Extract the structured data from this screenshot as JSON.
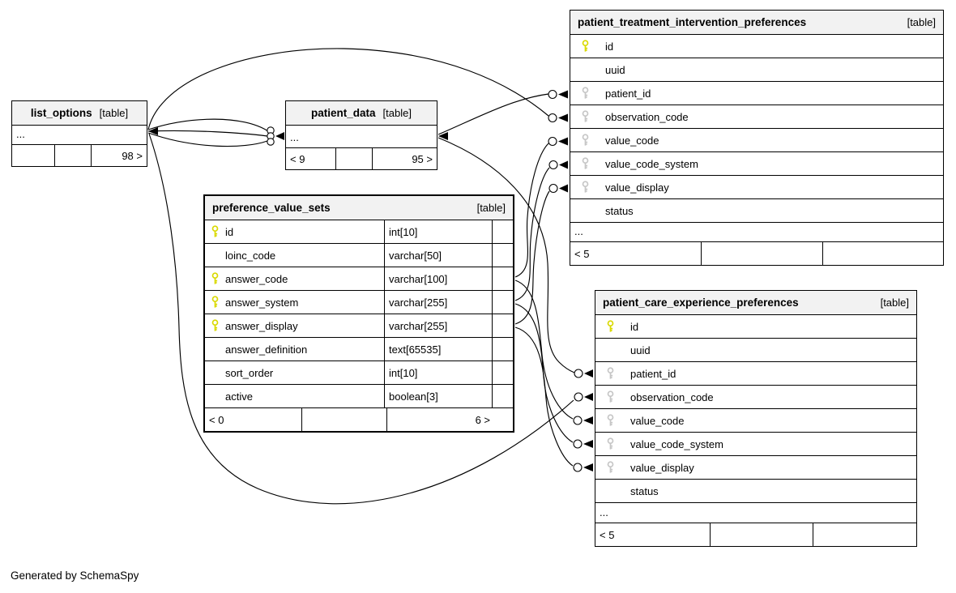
{
  "diagram": {
    "footer_note": "Generated by SchemaSpy"
  },
  "colors": {
    "primary_key": "#d9d900",
    "foreign_key": "#c6c6c6",
    "header_bg": "#f2f2f2",
    "line": "#000000"
  },
  "tables": [
    {
      "name": "list_options",
      "tag": "[table]",
      "rows": [],
      "dots": "...",
      "footer": [
        "",
        "",
        "98 >"
      ]
    },
    {
      "name": "patient_data",
      "tag": "[table]",
      "rows": [],
      "dots": "...",
      "footer": [
        "< 9",
        "",
        "95 >"
      ]
    },
    {
      "name": "patient_treatment_intervention_preferences",
      "tag": "[table]",
      "rows": [
        {
          "key": "pk",
          "name": "id"
        },
        {
          "key": "none",
          "name": "uuid"
        },
        {
          "key": "fk",
          "name": "patient_id"
        },
        {
          "key": "fk",
          "name": "observation_code"
        },
        {
          "key": "fk",
          "name": "value_code"
        },
        {
          "key": "fk",
          "name": "value_code_system"
        },
        {
          "key": "fk",
          "name": "value_display"
        },
        {
          "key": "none",
          "name": "status"
        }
      ],
      "dots": "...",
      "footer": [
        "< 5",
        "",
        ""
      ]
    },
    {
      "name": "preference_value_sets",
      "tag": "[table]",
      "rows": [
        {
          "key": "pk",
          "name": "id",
          "type": "int[10]"
        },
        {
          "key": "none",
          "name": "loinc_code",
          "type": "varchar[50]"
        },
        {
          "key": "pk",
          "name": "answer_code",
          "type": "varchar[100]"
        },
        {
          "key": "pk",
          "name": "answer_system",
          "type": "varchar[255]"
        },
        {
          "key": "pk",
          "name": "answer_display",
          "type": "varchar[255]"
        },
        {
          "key": "none",
          "name": "answer_definition",
          "type": "text[65535]"
        },
        {
          "key": "none",
          "name": "sort_order",
          "type": "int[10]"
        },
        {
          "key": "none",
          "name": "active",
          "type": "boolean[3]"
        }
      ],
      "dots": "",
      "footer": [
        "< 0",
        "",
        "6 >"
      ]
    },
    {
      "name": "patient_care_experience_preferences",
      "tag": "[table]",
      "rows": [
        {
          "key": "pk",
          "name": "id"
        },
        {
          "key": "none",
          "name": "uuid"
        },
        {
          "key": "fk",
          "name": "patient_id"
        },
        {
          "key": "fk",
          "name": "observation_code"
        },
        {
          "key": "fk",
          "name": "value_code"
        },
        {
          "key": "fk",
          "name": "value_code_system"
        },
        {
          "key": "fk",
          "name": "value_display"
        },
        {
          "key": "none",
          "name": "status"
        }
      ],
      "dots": "...",
      "footer": [
        "< 5",
        "",
        ""
      ]
    }
  ],
  "relationships": [
    {
      "from": "list_options",
      "to": "patient_data",
      "lines": 3
    },
    {
      "from": "list_options",
      "to": "patient_treatment_intervention_preferences.observation_code",
      "lines": 1
    },
    {
      "from": "list_options",
      "to": "patient_care_experience_preferences.observation_code",
      "lines": 1
    },
    {
      "from": "patient_data",
      "to": "patient_treatment_intervention_preferences.patient_id",
      "lines": 1
    },
    {
      "from": "patient_data",
      "to": "patient_care_experience_preferences.patient_id",
      "lines": 1
    },
    {
      "from": "preference_value_sets.answer_code",
      "to": "patient_treatment_intervention_preferences.value_code",
      "lines": 1
    },
    {
      "from": "preference_value_sets.answer_system",
      "to": "patient_treatment_intervention_preferences.value_code_system",
      "lines": 1
    },
    {
      "from": "preference_value_sets.answer_display",
      "to": "patient_treatment_intervention_preferences.value_display",
      "lines": 1
    },
    {
      "from": "preference_value_sets.answer_code",
      "to": "patient_care_experience_preferences.value_code",
      "lines": 1
    },
    {
      "from": "preference_value_sets.answer_system",
      "to": "patient_care_experience_preferences.value_code_system",
      "lines": 1
    },
    {
      "from": "preference_value_sets.answer_display",
      "to": "patient_care_experience_preferences.value_display",
      "lines": 1
    }
  ]
}
